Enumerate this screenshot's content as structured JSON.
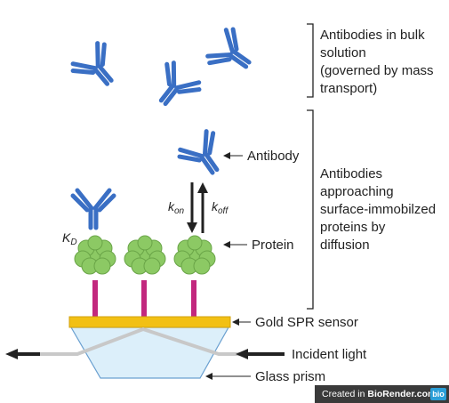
{
  "labels": {
    "bulk": [
      "Antibodies in bulk",
      "solution",
      "(governed by mass",
      "transport)"
    ],
    "approach": [
      "Antibodies",
      "approaching",
      "surface-immobilzed",
      "proteins by",
      "diffusion"
    ],
    "antibody": "Antibody",
    "protein": "Protein",
    "gold_sensor": "Gold SPR sensor",
    "incident_light": "Incident light",
    "glass_prism": "Glass prism",
    "kd_main": "K",
    "kd_sub": "D",
    "kon_main": "k",
    "kon_sub": "on",
    "koff_main": "k",
    "koff_sub": "off"
  },
  "badge": {
    "prefix": "Created in ",
    "brand": "BioRender.com",
    "logo": "bio"
  },
  "colors": {
    "antibody": "#3a6fc4",
    "protein": "#8cc964",
    "linker": "#c2287e",
    "gold": "#f2c014",
    "prism": "#dceffa",
    "light_beam": "#c8c8c8"
  }
}
